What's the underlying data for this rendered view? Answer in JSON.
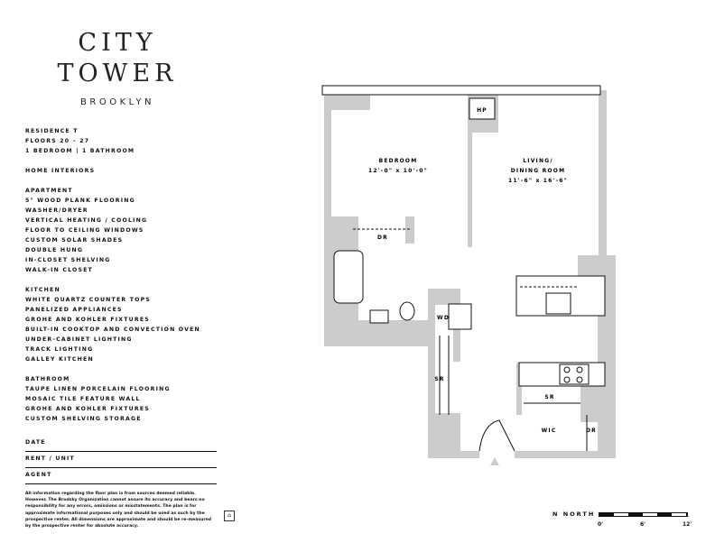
{
  "logo": {
    "line1": "CITY",
    "line2": "TOWER",
    "line3": "BROOKLYN"
  },
  "residence": {
    "name": "RESIDENCE T",
    "floors": "FLOORS 20 – 27",
    "layout": "1 BEDROOM  |  1 BATHROOM"
  },
  "home_interiors": "HOME INTERIORS",
  "sections": [
    {
      "title": "APARTMENT",
      "items": [
        "5\" WOOD PLANK FLOORING",
        "WASHER/DRYER",
        "VERTICAL HEATING / COOLING",
        "FLOOR TO CEILING WINDOWS",
        "CUSTOM SOLAR SHADES",
        "DOUBLE HUNG",
        "IN-CLOSET SHELVING",
        "WALK-IN CLOSET"
      ]
    },
    {
      "title": "KITCHEN",
      "items": [
        "WHITE QUARTZ COUNTER TOPS",
        "PANELIZED APPLIANCES",
        "GROHE AND KOHLER FIXTURES",
        "BUILT-IN COOKTOP AND CONVECTION OVEN",
        "UNDER-CABINET LIGHTING",
        "TRACK LIGHTING",
        "GALLEY KITCHEN"
      ]
    },
    {
      "title": "BATHROOM",
      "items": [
        "TAUPE LINEN PORCELAIN FLOORING",
        "MOSAIC TILE FEATURE WALL",
        "GROHE AND KOHLER FIXTURES",
        "CUSTOM SHELVING STORAGE"
      ]
    }
  ],
  "fields": {
    "date": "DATE",
    "rent": "RENT / UNIT",
    "agent": "AGENT"
  },
  "disclaimer": "All information regarding the floor plan is from sources deemed reliable. However, The Brodsky Organization cannot assure its accuracy and bears no responsibility for any errors, omissions or misstatements. The plan is for approximate informational purposes only and should be used as such by the prospective renter. All dimensions are approximate and should be re-measured by the prospective renter for absolute accuracy.",
  "plan": {
    "hp": "HP",
    "bedroom": {
      "name": "BEDROOM",
      "dims": "12'-0\" x 10'-0\""
    },
    "living": {
      "name1": "LIVING/",
      "name2": "DINING ROOM",
      "dims": "11'-6\" x 16'-6\""
    },
    "dr1": "DR",
    "wd": "WD",
    "sr1": "SR",
    "sr2": "SR",
    "wic": "WIC",
    "dr2": "DR"
  },
  "north": "N NORTH",
  "scale": {
    "t0": "0'",
    "t1": "6'",
    "t2": "12'"
  },
  "colors": {
    "wall": "#cccccc",
    "line": "#111111"
  }
}
